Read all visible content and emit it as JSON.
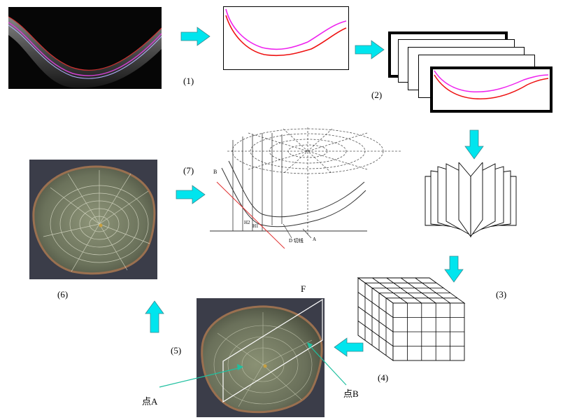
{
  "labels": {
    "step1": "(1)",
    "step2": "(2)",
    "step3": "(3)",
    "step4": "(4)",
    "step5": "(5)",
    "step6": "(6)",
    "step7": "(7)",
    "plane_f": "F",
    "point_a": "点A",
    "point_b": "点B"
  },
  "geometry_text": {
    "b": "B",
    "h1": "H1",
    "h2": "H2",
    "d": "D 切线",
    "a": "A"
  },
  "colors": {
    "arrow": "#00e5ee",
    "upper_curve": "#ee22ee",
    "lower_curve": "#ee1111",
    "leader": "#20c0a0",
    "tangent": "#e03030",
    "surface": "#6e745c",
    "background_dark": "#3a3a48"
  }
}
